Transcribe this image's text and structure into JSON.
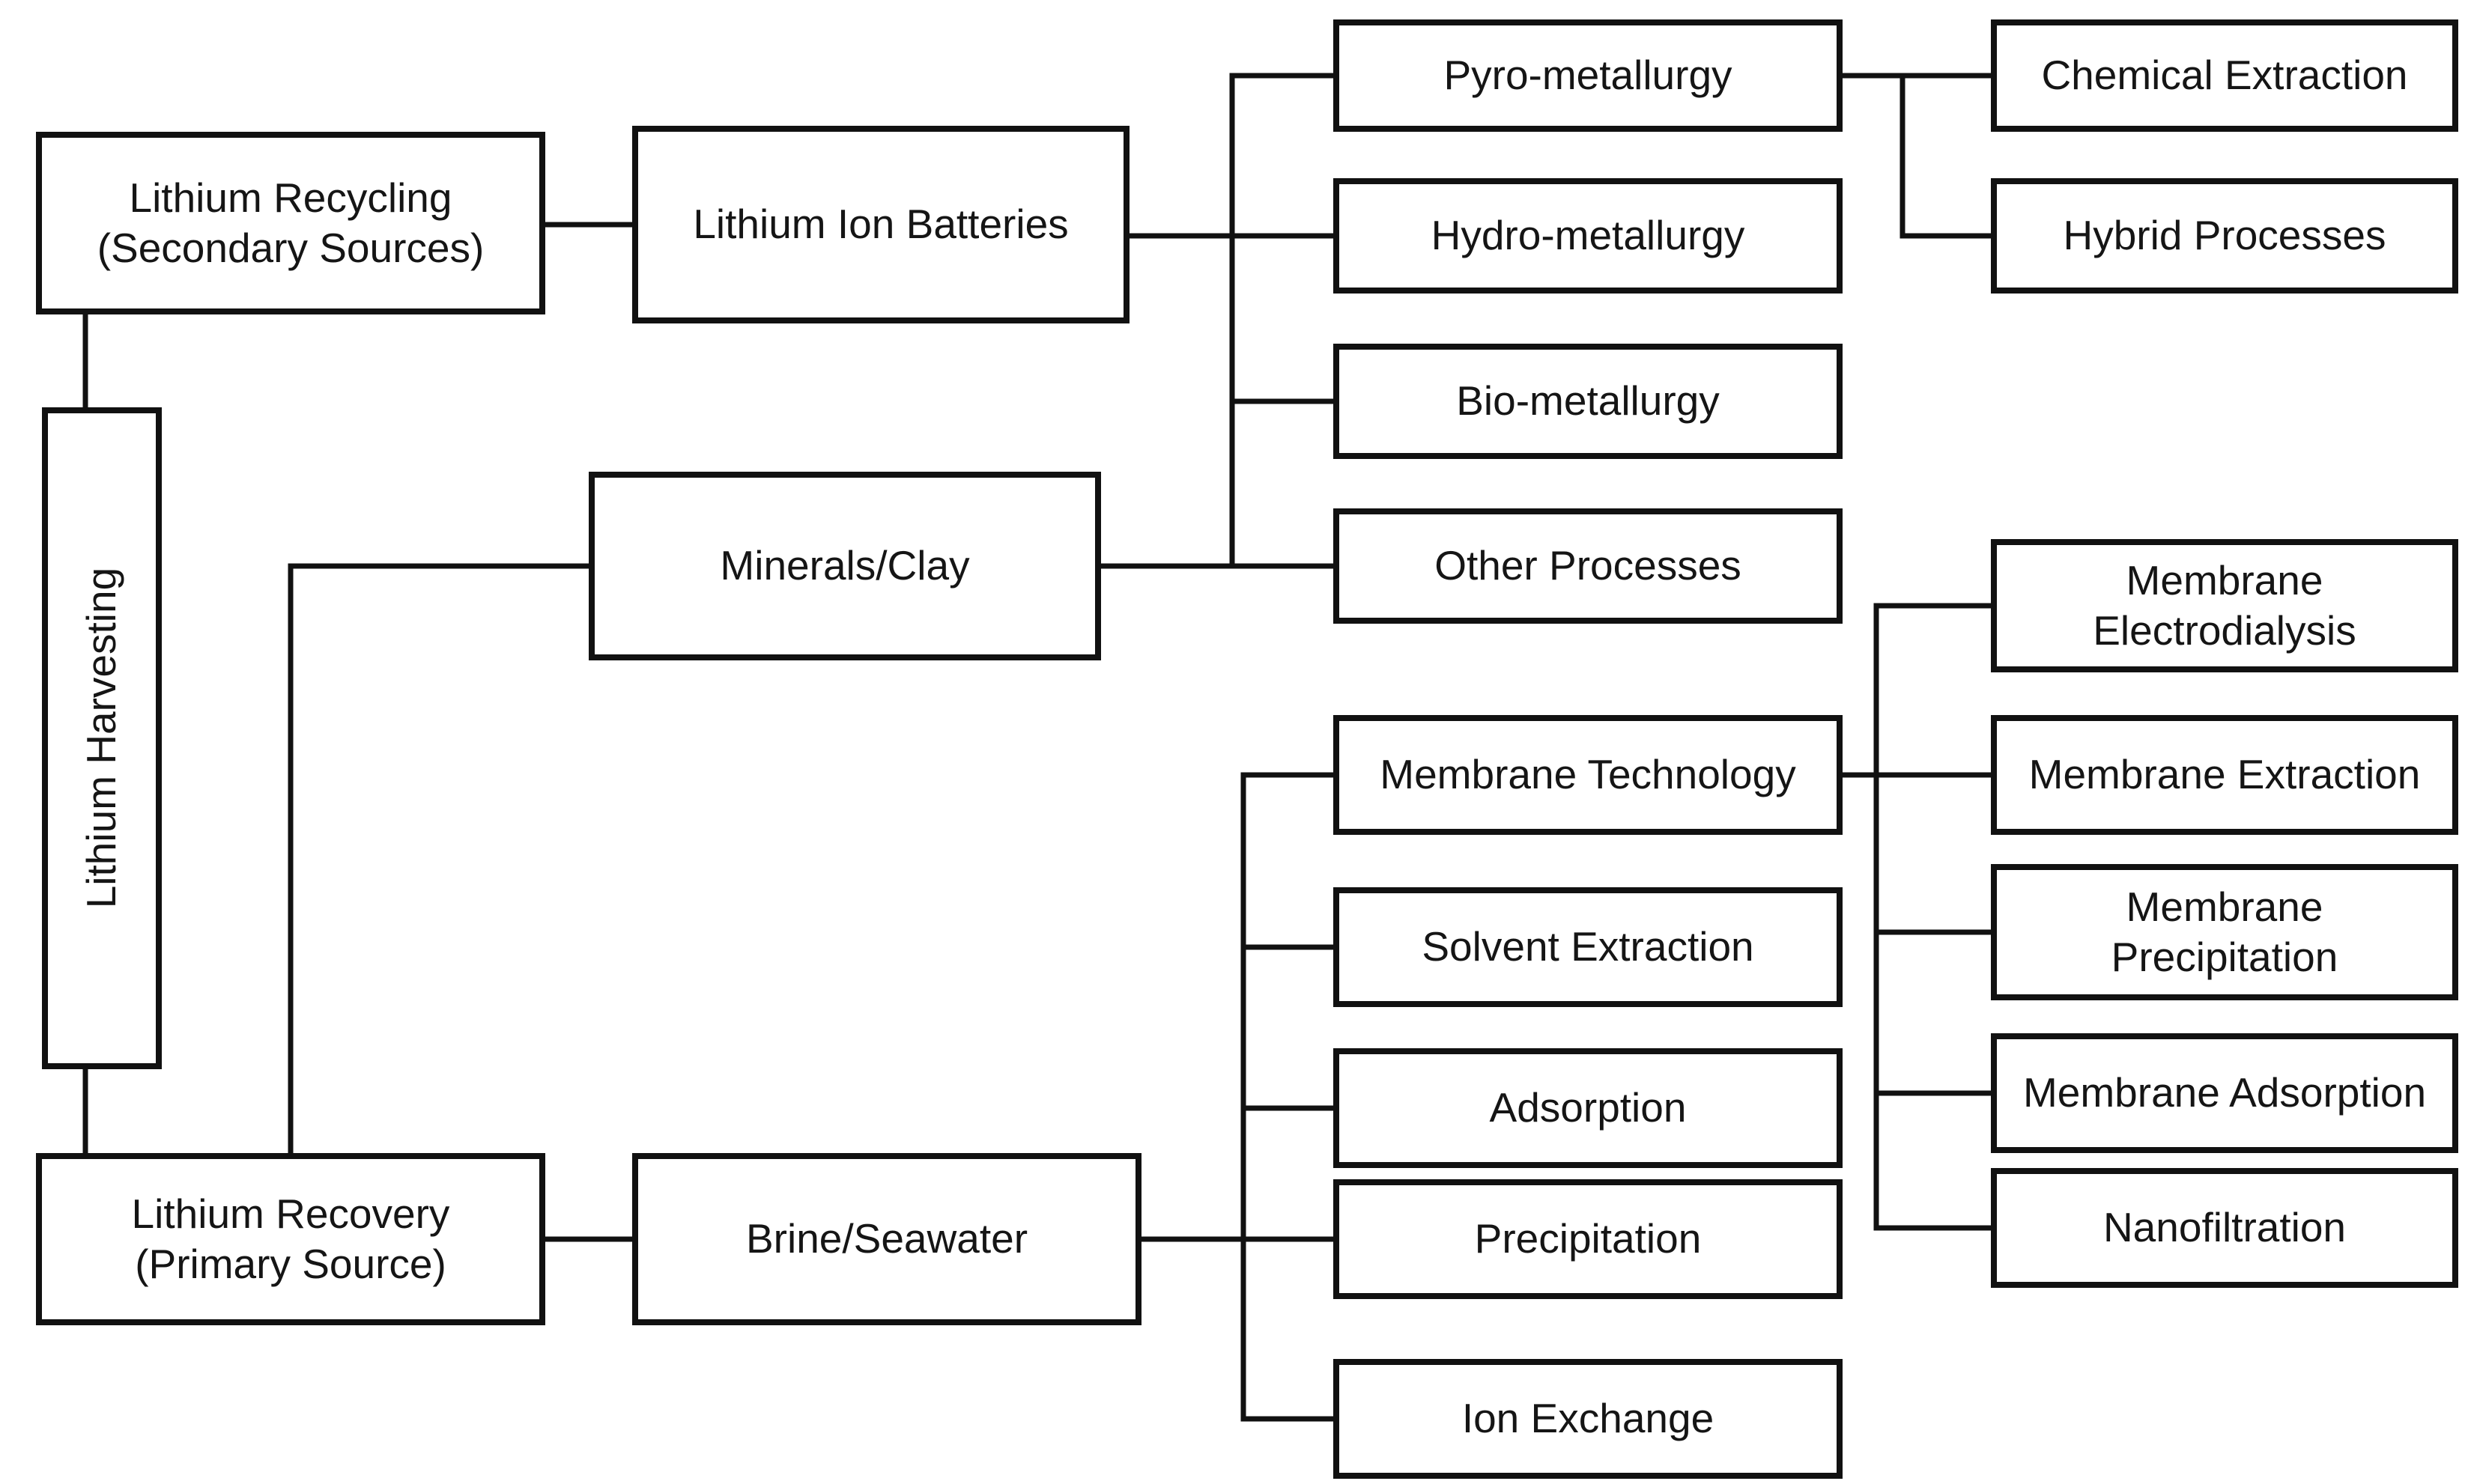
{
  "diagram": {
    "type": "flowchart",
    "topic": "Lithium Harvesting",
    "colors": {
      "line": "#111111",
      "text": "#151515",
      "background": "#ffffff"
    },
    "nodes": {
      "lithium_harvesting": {
        "label": "Lithium Harvesting"
      },
      "lithium_recycling": {
        "label": "Lithium Recycling (Secondary Sources)"
      },
      "lithium_recovery": {
        "label": "Lithium Recovery (Primary Source)"
      },
      "lithium_ion_batteries": {
        "label": "Lithium Ion Batteries"
      },
      "minerals_clay": {
        "label": "Minerals/Clay"
      },
      "brine_seawater": {
        "label": "Brine/Seawater"
      },
      "pyro_metallurgy": {
        "label": "Pyro-metallurgy"
      },
      "hydro_metallurgy": {
        "label": "Hydro-metallurgy"
      },
      "bio_metallurgy": {
        "label": "Bio-metallurgy"
      },
      "other_processes": {
        "label": "Other Processes"
      },
      "chemical_extraction": {
        "label": "Chemical Extraction"
      },
      "hybrid_processes": {
        "label": "Hybrid Processes"
      },
      "membrane_technology": {
        "label": "Membrane Technology"
      },
      "solvent_extraction": {
        "label": "Solvent Extraction"
      },
      "adsorption": {
        "label": "Adsorption"
      },
      "precipitation": {
        "label": "Precipitation"
      },
      "ion_exchange": {
        "label": "Ion Exchange"
      },
      "membrane_electrodialysis": {
        "label": "Membrane Electrodialysis"
      },
      "membrane_extraction": {
        "label": "Membrane Extraction"
      },
      "membrane_precipitation": {
        "label": "Membrane Precipitation"
      },
      "membrane_adsorption": {
        "label": "Membrane Adsorption"
      },
      "nanofiltration": {
        "label": "Nanofiltration"
      }
    },
    "edges": [
      {
        "from": "lithium_recycling",
        "to": "lithium_ion_batteries"
      },
      {
        "from": "lithium_recycling",
        "to": "lithium_harvesting"
      },
      {
        "from": "lithium_harvesting",
        "to": "lithium_recovery"
      },
      {
        "from": "lithium_recovery",
        "to": "minerals_clay"
      },
      {
        "from": "lithium_recovery",
        "to": "brine_seawater"
      },
      {
        "from": "lithium_ion_batteries",
        "to": "pyro_metallurgy"
      },
      {
        "from": "lithium_ion_batteries",
        "to": "hydro_metallurgy"
      },
      {
        "from": "lithium_ion_batteries",
        "to": "bio_metallurgy"
      },
      {
        "from": "lithium_ion_batteries",
        "to": "other_processes"
      },
      {
        "from": "minerals_clay",
        "to": "other_processes"
      },
      {
        "from": "pyro_metallurgy",
        "to": "chemical_extraction"
      },
      {
        "from": "pyro_metallurgy",
        "to": "hybrid_processes"
      },
      {
        "from": "brine_seawater",
        "to": "membrane_technology"
      },
      {
        "from": "brine_seawater",
        "to": "solvent_extraction"
      },
      {
        "from": "brine_seawater",
        "to": "adsorption"
      },
      {
        "from": "brine_seawater",
        "to": "precipitation"
      },
      {
        "from": "brine_seawater",
        "to": "ion_exchange"
      },
      {
        "from": "membrane_technology",
        "to": "membrane_electrodialysis"
      },
      {
        "from": "membrane_technology",
        "to": "membrane_extraction"
      },
      {
        "from": "membrane_technology",
        "to": "membrane_precipitation"
      },
      {
        "from": "membrane_technology",
        "to": "membrane_adsorption"
      },
      {
        "from": "membrane_technology",
        "to": "nanofiltration"
      }
    ]
  }
}
